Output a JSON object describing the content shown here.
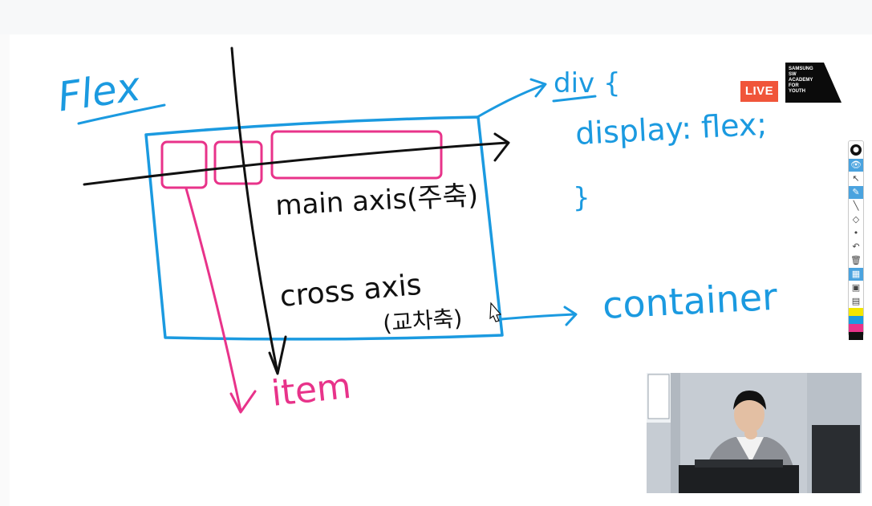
{
  "whiteboard": {
    "title_text": "Flex",
    "code": {
      "selector": "div {",
      "property": "display: flex;",
      "close": "}"
    },
    "labels": {
      "main_axis": "main axis(주축)",
      "cross_axis_line1": "cross axis",
      "cross_axis_line2": "(교차축)",
      "container": "container",
      "item": "item"
    },
    "ink_colors": {
      "blue": "#1b9ae0",
      "pink": "#e8338a",
      "black": "#111111"
    }
  },
  "stream": {
    "live_label": "LIVE",
    "logo_lines": [
      "SAMSUNG",
      "SW",
      "ACADEMY",
      "FOR",
      "YOUTH"
    ]
  },
  "toolbar": {
    "tools": [
      {
        "name": "lamp-icon",
        "glyph": "💡"
      },
      {
        "name": "eye-icon",
        "glyph": "👁",
        "active": true
      },
      {
        "name": "cursor-icon",
        "glyph": "↖"
      },
      {
        "name": "pen-icon",
        "glyph": "✎",
        "active": true
      },
      {
        "name": "line-icon",
        "glyph": "╲"
      },
      {
        "name": "eraser-icon",
        "glyph": "◇"
      },
      {
        "name": "dot-icon",
        "glyph": "•"
      },
      {
        "name": "undo-icon",
        "glyph": "↶"
      },
      {
        "name": "trash-icon",
        "glyph": "🗑"
      },
      {
        "name": "grid-icon",
        "glyph": "▦",
        "active": true
      },
      {
        "name": "capture-icon",
        "glyph": "▣"
      },
      {
        "name": "clipboard-icon",
        "glyph": "▤"
      }
    ],
    "swatches": [
      "#f2e600",
      "#1b9ae0",
      "#e8338a",
      "#111111"
    ]
  }
}
